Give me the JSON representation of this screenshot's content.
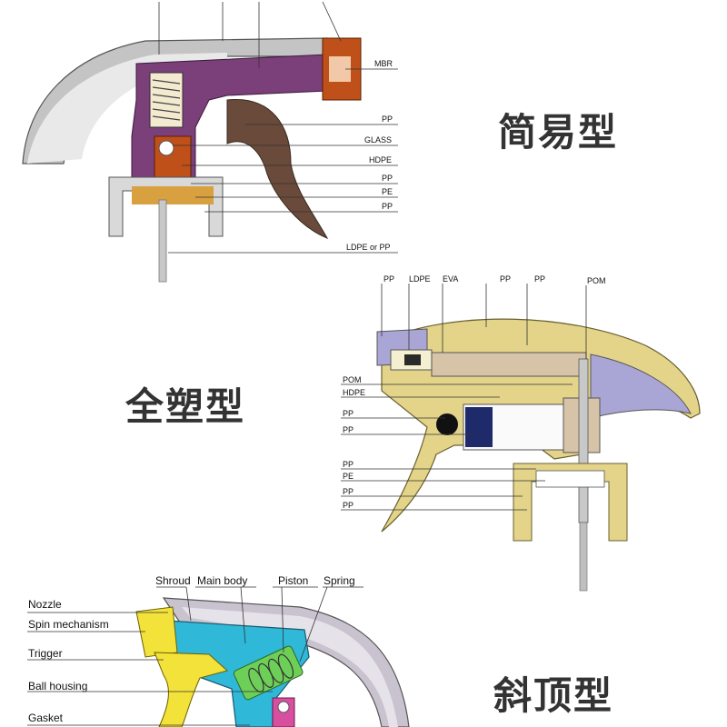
{
  "top": {
    "title": "简易型",
    "labels": [
      "MBR",
      "PP",
      "GLASS",
      "HDPE",
      "PP",
      "PE",
      "PP",
      "LDPE or PP"
    ]
  },
  "middle": {
    "title": "全塑型",
    "top_labels": [
      "PP",
      "LDPE",
      "EVA",
      "PP",
      "PP",
      "POM"
    ],
    "left_labels": [
      "POM",
      "HDPE",
      "PP",
      "PP",
      "PP",
      "PE",
      "PP",
      "PP"
    ]
  },
  "bottom": {
    "title": "斜顶型",
    "top_labels": [
      "Shroud",
      "Main body",
      "Piston",
      "Spring"
    ],
    "left_labels": [
      "Nozzle",
      "Spin mechanism",
      "Trigger",
      "Ball housing",
      "Gasket"
    ]
  },
  "colors": {
    "top_body": "#7b3f7a",
    "top_shroud": "#b8b8b8",
    "top_nozzle": "#c0501a",
    "top_trigger": "#6a4a3a",
    "mid_body": "#e3d48a",
    "mid_shroud": "#a9a6d6",
    "bot_body": "#2fb8d8",
    "bot_trigger": "#f3e23a",
    "bot_shroud": "#c9c3cf"
  }
}
